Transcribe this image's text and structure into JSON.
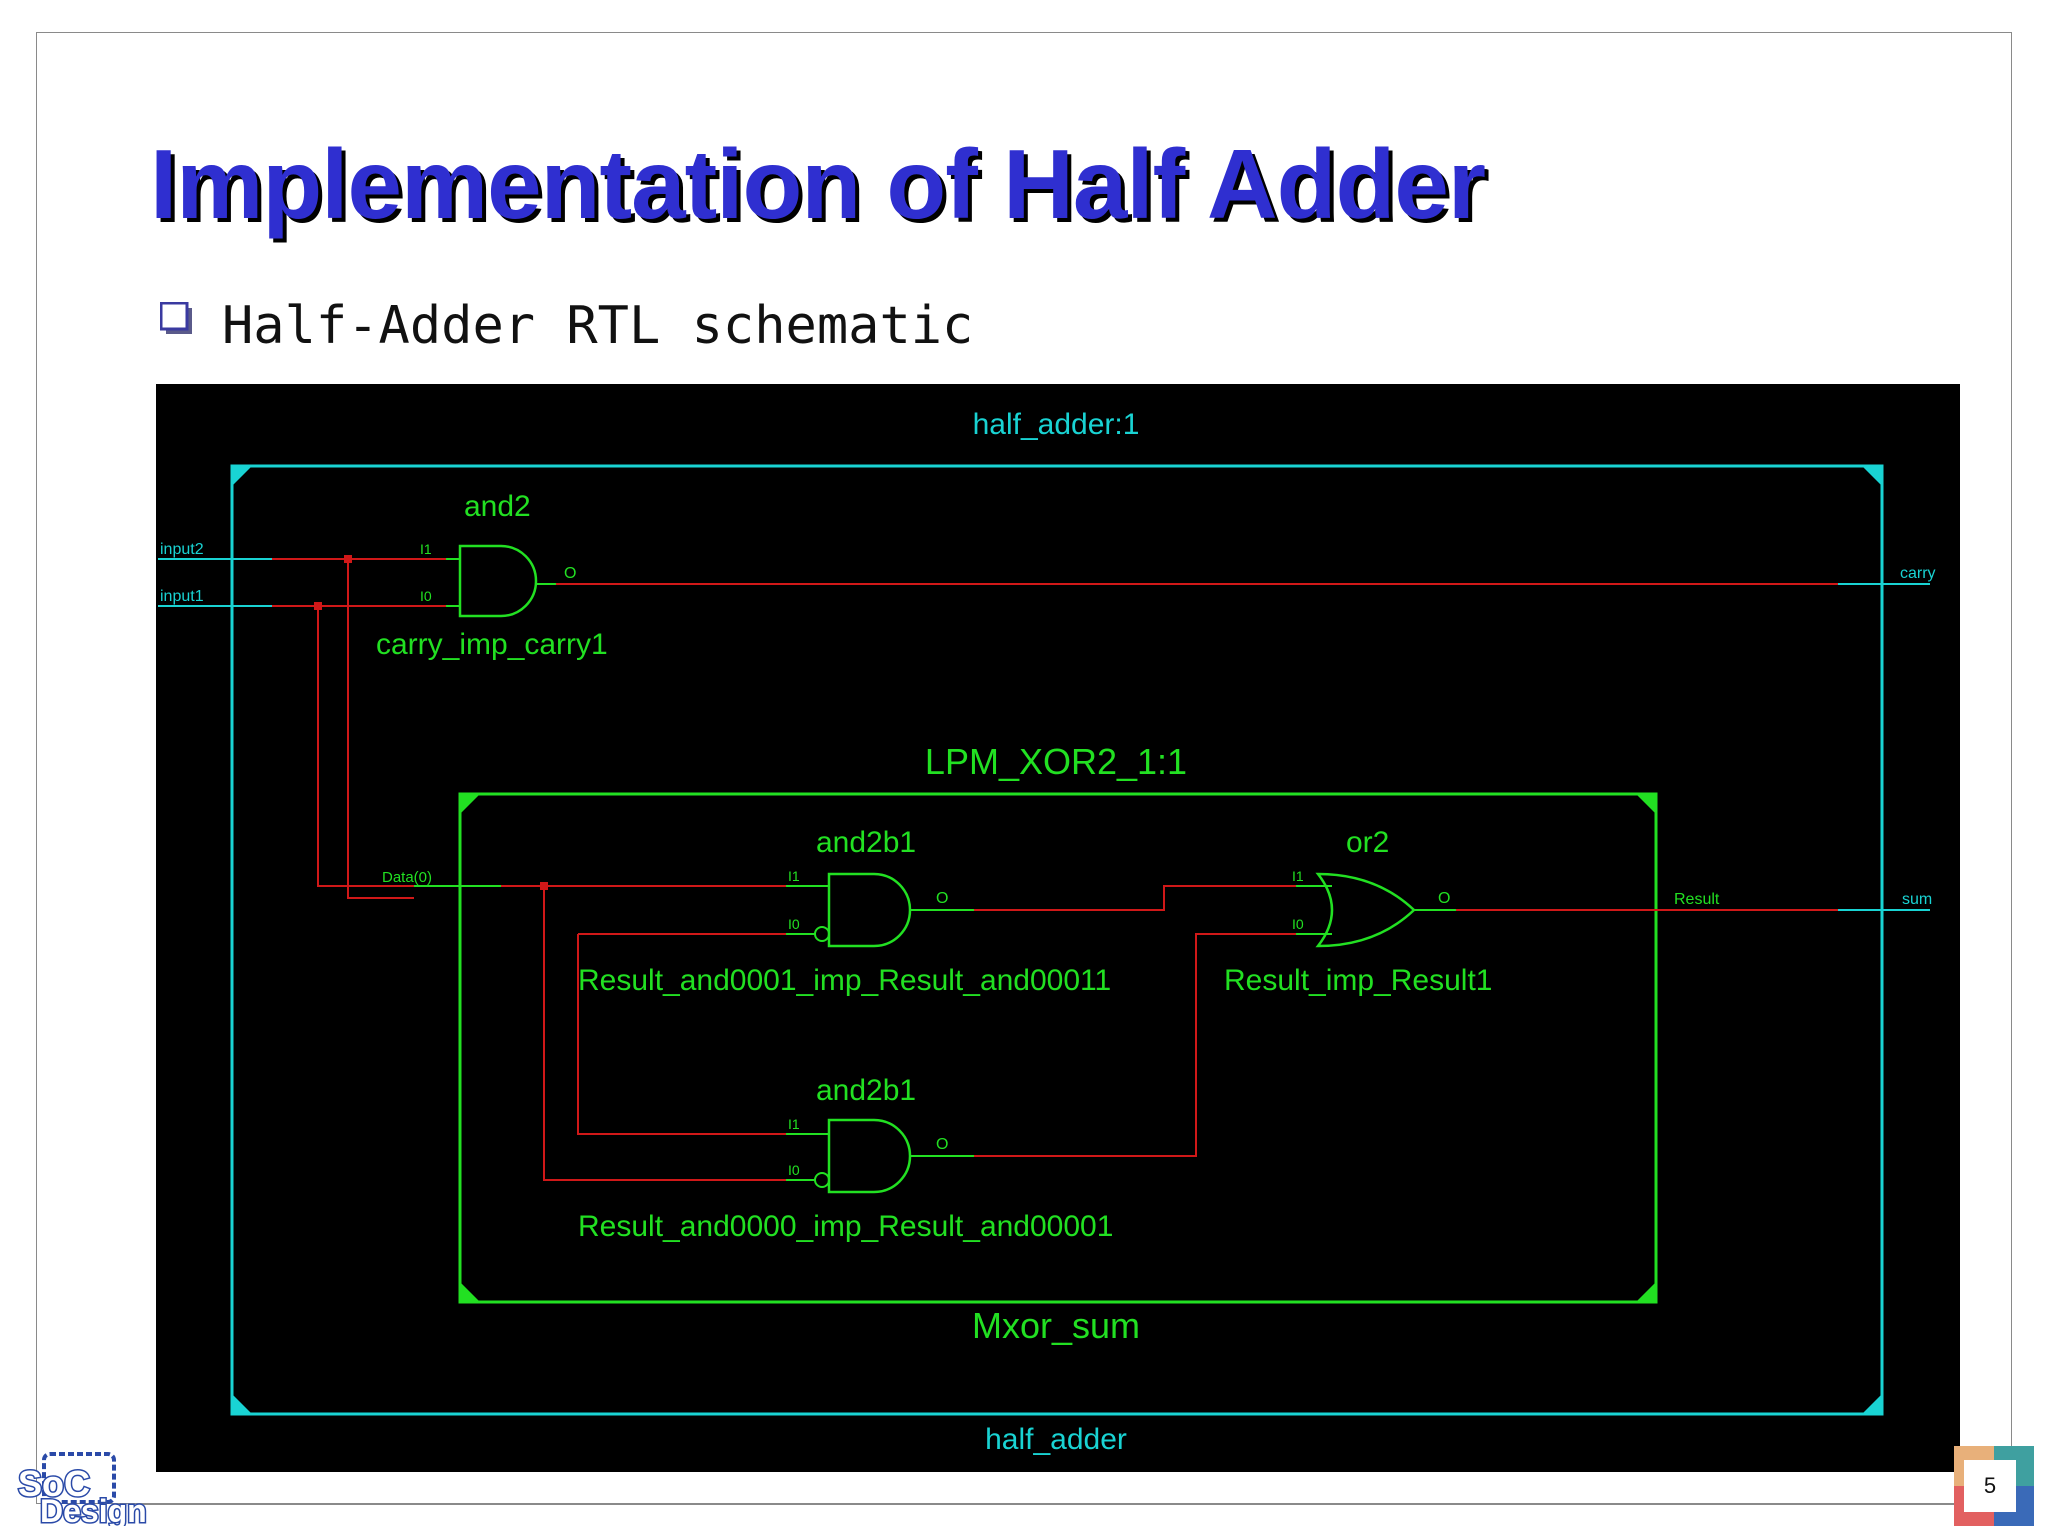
{
  "slide": {
    "title": "Implementation of Half Adder",
    "bullet": "Half-Adder RTL schematic",
    "page_number": "5",
    "logo_text": "SoC Design"
  },
  "schematic": {
    "top_module_label": "half_adder:1",
    "top_module_name": "half_adder",
    "ports": {
      "input2": "input2",
      "input1": "input1",
      "carry": "carry",
      "sum": "sum"
    },
    "and_gate": {
      "type": "and2",
      "instance": "carry_imp_carry1",
      "pin_i1": "I1",
      "pin_i0": "I0",
      "pin_o": "O"
    },
    "xor_block": {
      "label": "LPM_XOR2_1:1",
      "name": "Mxor_sum",
      "input_port": "Data(0)",
      "output_port": "Result",
      "gate_top": {
        "type": "and2b1",
        "instance": "Result_and0001_imp_Result_and00011",
        "pin_i1": "I1",
        "pin_i0": "I0",
        "pin_o": "O"
      },
      "gate_bottom": {
        "type": "and2b1",
        "instance": "Result_and0000_imp_Result_and00001",
        "pin_i1": "I1",
        "pin_i0": "I0",
        "pin_o": "O"
      },
      "or_gate": {
        "type": "or2",
        "instance": "Result_imp_Result1",
        "pin_i1": "I1",
        "pin_i0": "I0",
        "pin_o": "O"
      }
    },
    "colors": {
      "background": "#000000",
      "module_border": "#19d3d3",
      "block_border": "#22e022",
      "wire": "#d01818",
      "gate": "#22e022",
      "module_text": "#19d3d3",
      "block_text": "#22e022"
    }
  }
}
